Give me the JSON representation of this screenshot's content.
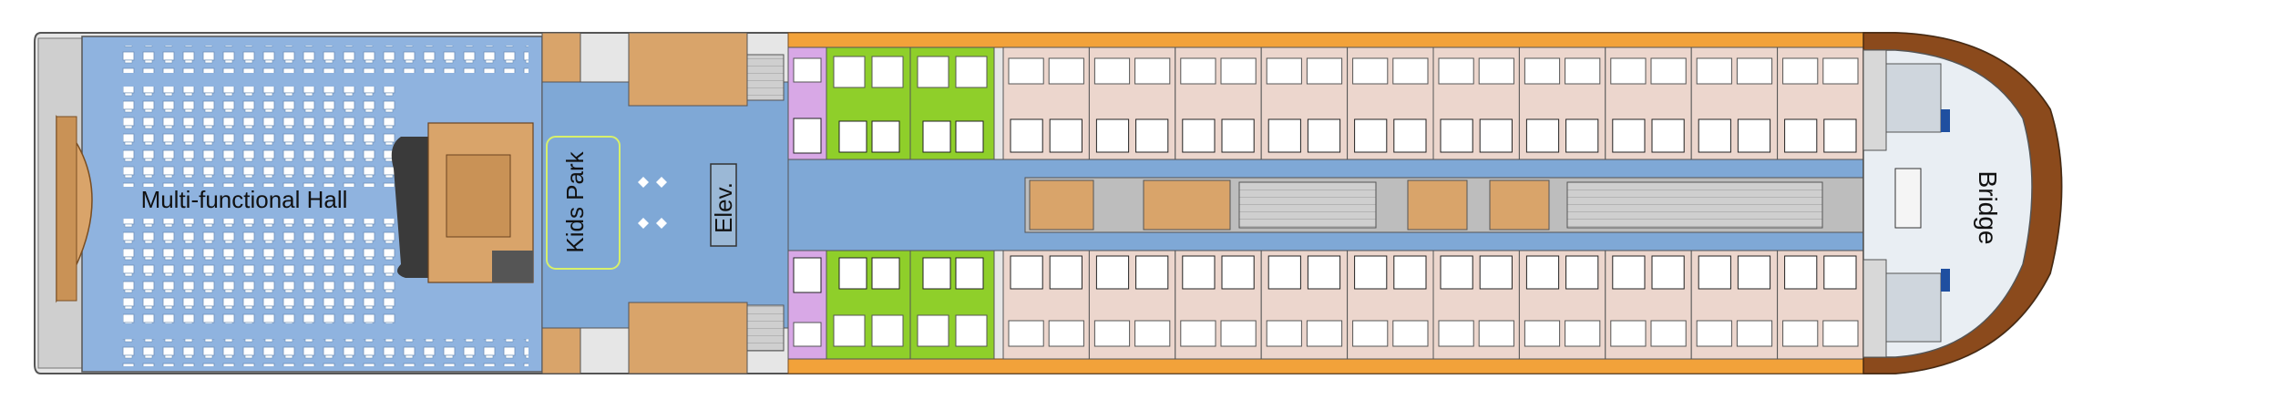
{
  "deck": {
    "labels": {
      "hall": "Multi-functional Hall",
      "kids_park": "Kids Park",
      "elevator": "Elev.",
      "bridge": "Bridge"
    },
    "colors": {
      "corridor": "#7fa8d6",
      "hall_floor": "#8fb3df",
      "cabin_pink": "#ecd6cd",
      "suite_green": "#8fcf2a",
      "suite_lilac": "#d8a8e6",
      "wood": "#d9a46a",
      "bridge_brown": "#8b4a1c",
      "hull_grey": "#d8d8d8",
      "orange_band": "#f2a23a"
    },
    "cabins": {
      "green_suites_per_side": 2,
      "lilac_suites_per_side": 1,
      "pink_cabins_per_side": 10
    }
  }
}
